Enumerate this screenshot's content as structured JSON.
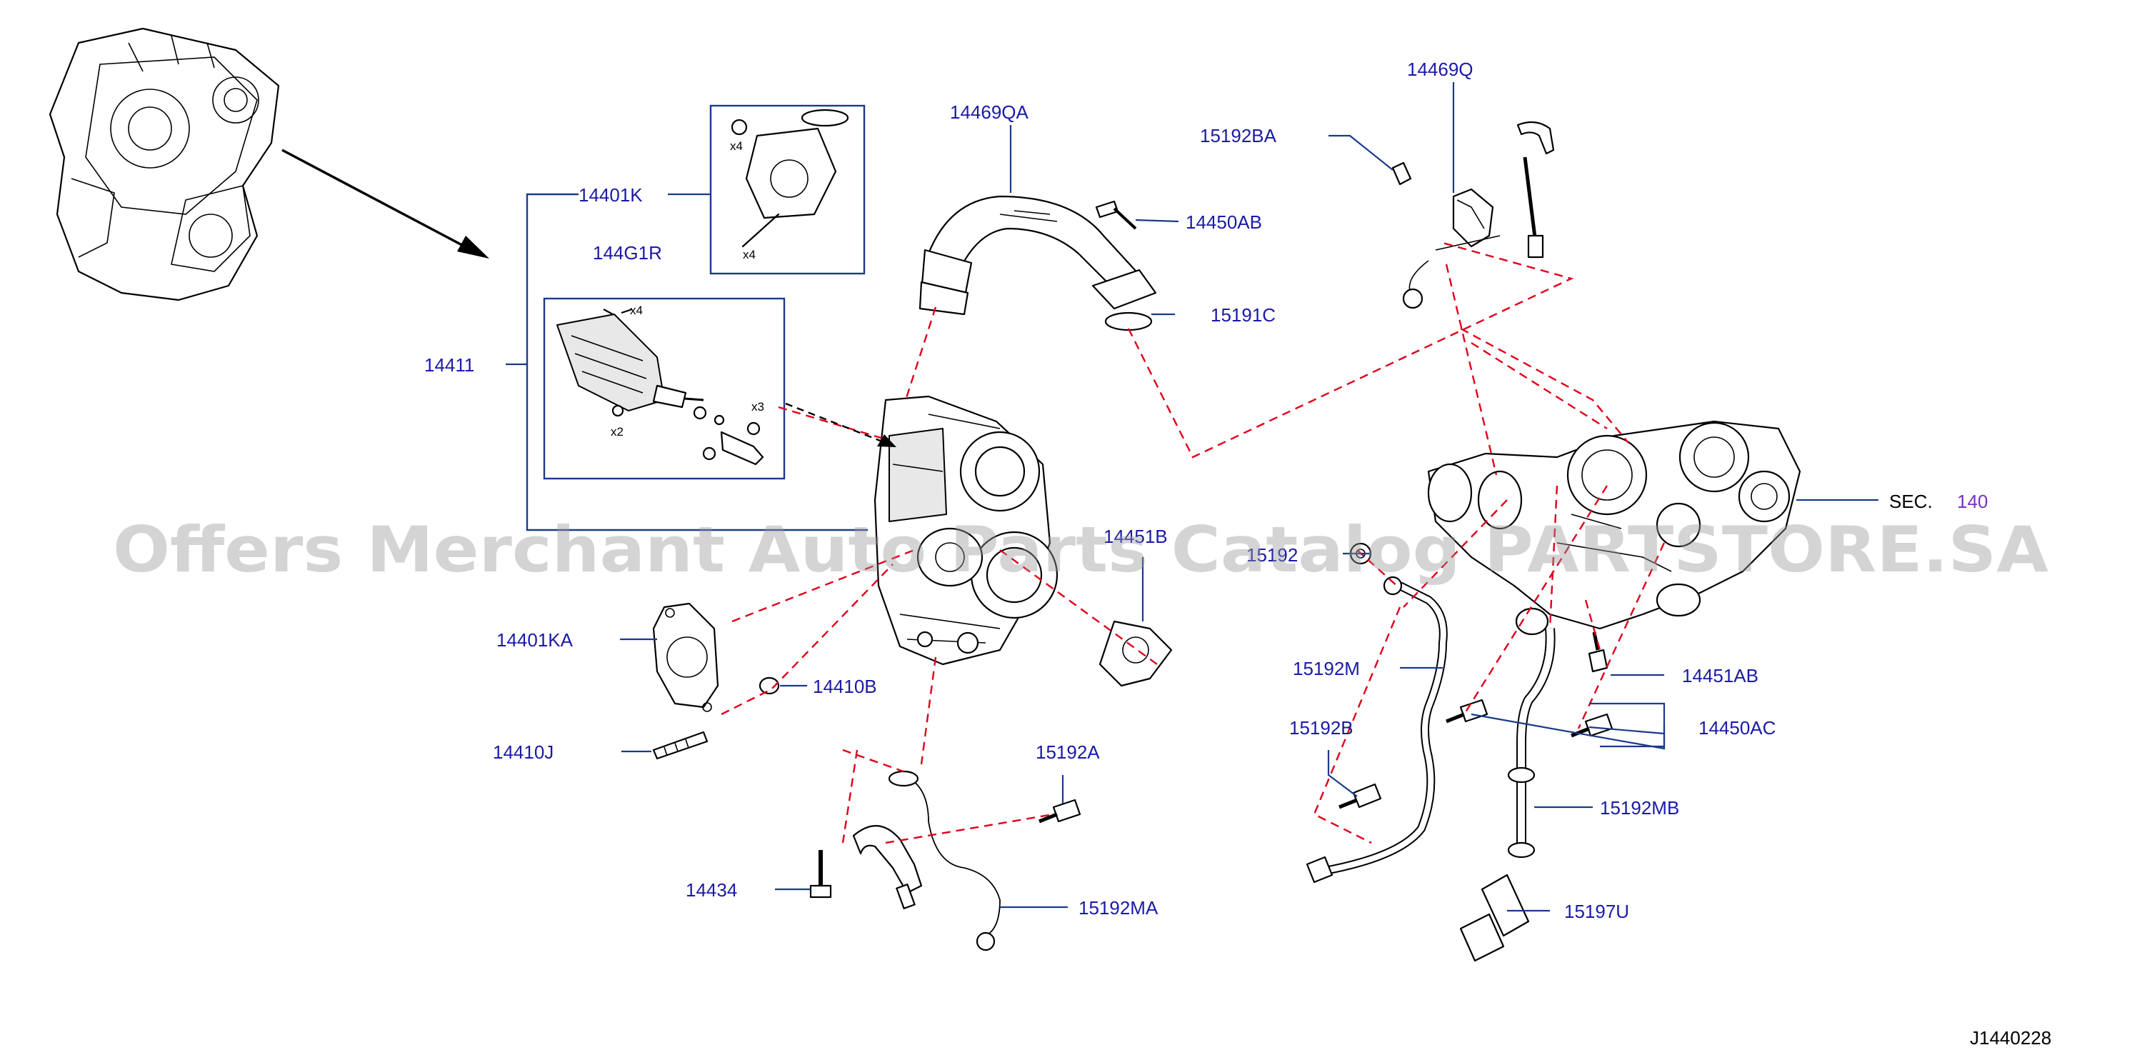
{
  "diagram": {
    "drawing_code": "J1440228",
    "watermark": "Offers Merchant Auto Parts Catalog PARTSTORE.SA",
    "labels": {
      "p14469QA": "14469QA",
      "p14469Q": "14469Q",
      "p15192BA": "15192BA",
      "p14401K": "14401K",
      "p144G1R": "144G1R",
      "p14450AB": "14450AB",
      "p15191C": "15191C",
      "p14411": "14411",
      "sec_prefix": "SEC.",
      "sec_number": "140",
      "p14451B": "14451B",
      "p15192": "15192",
      "p14401KA": "14401KA",
      "p14410B": "14410B",
      "p15192M": "15192M",
      "p14451AB": "14451AB",
      "p15192B": "15192B",
      "p14450AC": "14450AC",
      "p14410J": "14410J",
      "p15192A": "15192A",
      "p15192MB": "15192MB",
      "p14434": "14434",
      "p15192MA": "15192MA",
      "p15197U": "15197U"
    },
    "qty_marks": {
      "x4_a": "x4",
      "x4_b": "x4",
      "x4_c": "x4",
      "x3": "x3",
      "x2": "x2"
    },
    "colors": {
      "label_blue": "#1a1aa8",
      "section_purple": "#7a2fc4",
      "leader": "#1a3a8a",
      "dashed_red": "#e0001a"
    }
  }
}
